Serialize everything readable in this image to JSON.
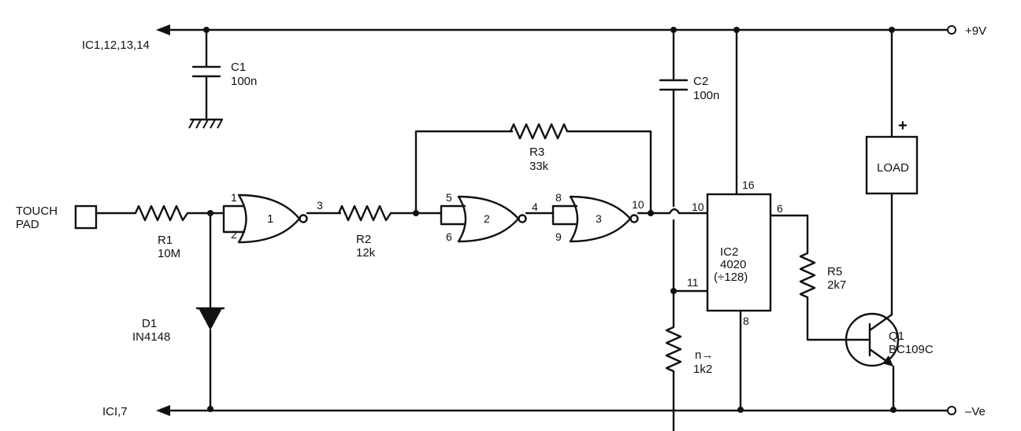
{
  "rails": {
    "top_left": "IC1,12,13,14",
    "top_right": "+9V",
    "bottom_left": "ICI,7",
    "bottom_right": "–Ve"
  },
  "components": {
    "c1": {
      "name": "C1",
      "value": "100n"
    },
    "c2": {
      "name": "C2",
      "value": "100n"
    },
    "r1": {
      "name": "R1",
      "value": "10M"
    },
    "r2": {
      "name": "R2",
      "value": "12k"
    },
    "r3": {
      "name": "R3",
      "value": "33k"
    },
    "r4": {
      "name": "n→",
      "value": "1k2"
    },
    "r5": {
      "name": "R5",
      "value": "2k7"
    },
    "d1": {
      "name": "D1",
      "value": "IN4148"
    },
    "q1": {
      "name": "Q1",
      "value": "BC109C"
    },
    "ic2": {
      "name": "IC2",
      "part": "4020",
      "function": "(÷128)"
    },
    "load": {
      "label": "LOAD",
      "polarity": "+"
    }
  },
  "touch_pad": {
    "line1": "TOUCH",
    "line2": "PAD"
  },
  "gates": {
    "g1": "1",
    "g2": "2",
    "g3": "3"
  },
  "pins": {
    "g1_in_a": "1",
    "g1_in_b": "2",
    "g1_out": "3",
    "g2_in_a": "5",
    "g2_in_b": "6",
    "g2_out": "4",
    "g3_in_a": "8",
    "g3_in_b": "9",
    "g3_out": "10",
    "ic2_clk": "10",
    "ic2_vdd": "16",
    "ic2_q": "6",
    "ic2_rst": "11",
    "ic2_vss": "8"
  }
}
